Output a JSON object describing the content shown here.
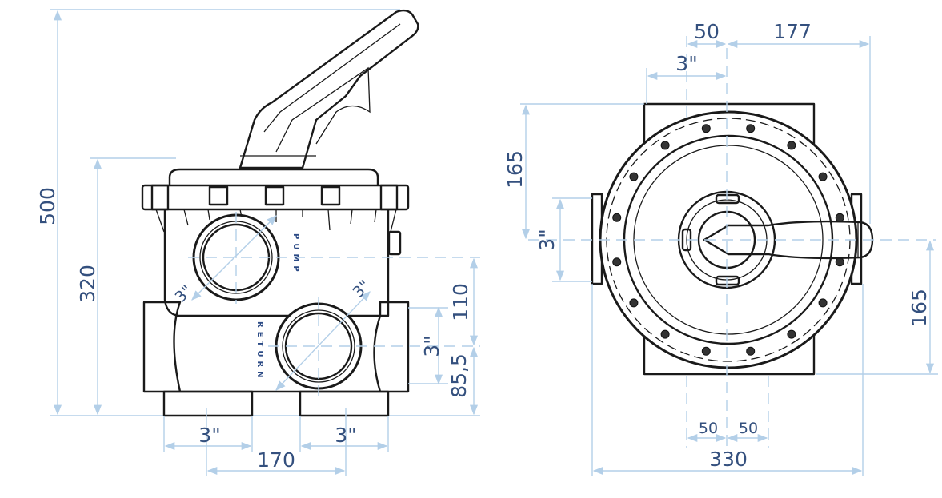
{
  "side_view": {
    "dims": {
      "total_height": "500",
      "body_height": "320",
      "port_spacing_vertical": "110",
      "lower_port_height": "85,5",
      "port_size_right": "3\"",
      "foot_left_size": "3\"",
      "foot_right_size": "3\"",
      "foot_spacing": "170",
      "pump_port_size": "3\"",
      "return_port_size": "3\""
    },
    "port_labels": {
      "pump": "PUMP",
      "return": "RETURN"
    }
  },
  "top_view": {
    "dims": {
      "offset_top": "50",
      "handle_reach": "177",
      "port_size_top": "3\"",
      "half_depth_top": "165",
      "port_size_left": "3\"",
      "half_depth_bottom": "165",
      "bottom_left_50": "50",
      "bottom_right_50": "50",
      "overall_width": "330"
    }
  }
}
